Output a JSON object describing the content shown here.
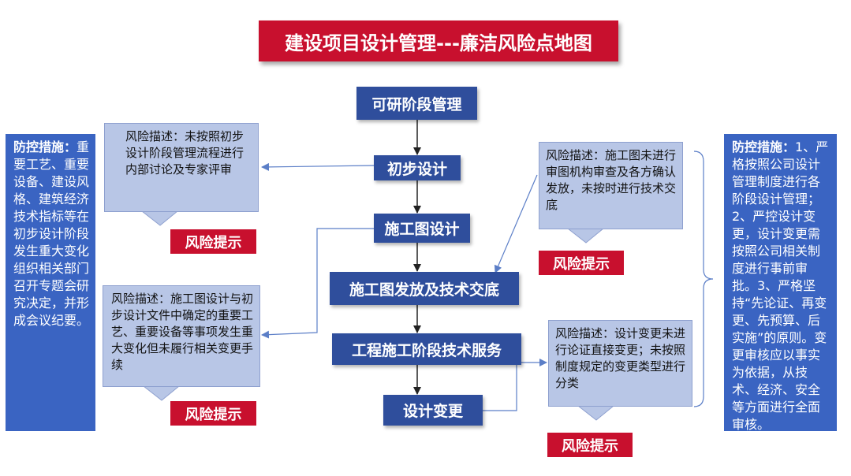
{
  "title": "建设项目设计管理---廉洁风险点地图",
  "steps": {
    "s1": "可研阶段管理",
    "s2": "初步设计",
    "s3": "施工图设计",
    "s4": "施工图发放及技术交底",
    "s5": "工程施工阶段技术服务",
    "s6": "设计变更"
  },
  "callouts": {
    "c1": "风险描述：未按照初步设计阶段管理流程进行内部讨论及专家评审",
    "c2": "风险描述：施工图设计与初步设计文件中确定的重要工艺、重要设备等事项发生重大变化但未履行相关变更手续",
    "c3": "风险描述：施工图未进行审图机构审查及各方确认发放，未按时进行技术交底",
    "c4": "风险描述：设计变更未进行论证直接变更；未按照制度规定的变更类型进行分类"
  },
  "risk_label": "风险提示",
  "left_panel": {
    "heading": "防控措施：",
    "body": "重要工艺、重要设备、建设风格、建筑经济技术指标等在初步设计阶段发生重大变化组织相关部门召开专题会研究决定，并形成会议纪要。"
  },
  "right_panel": {
    "heading": "防控措施：",
    "body": "1、严格按照公司设计管理制度进行各阶段设计管理；2、严控设计变更，设计变更需按照公司相关制度进行事前审批。3、严格坚持“先论证、再变更、先预算、后实施”的原则。变更审核应以事实为依据，从技术、经济、安全等方面进行全面审核。"
  },
  "colors": {
    "title_red": "#c8102e",
    "step_blue": "#2f4e9c",
    "callout_fill": "#b8c6e6",
    "panel_blue": "#3a64c2"
  }
}
